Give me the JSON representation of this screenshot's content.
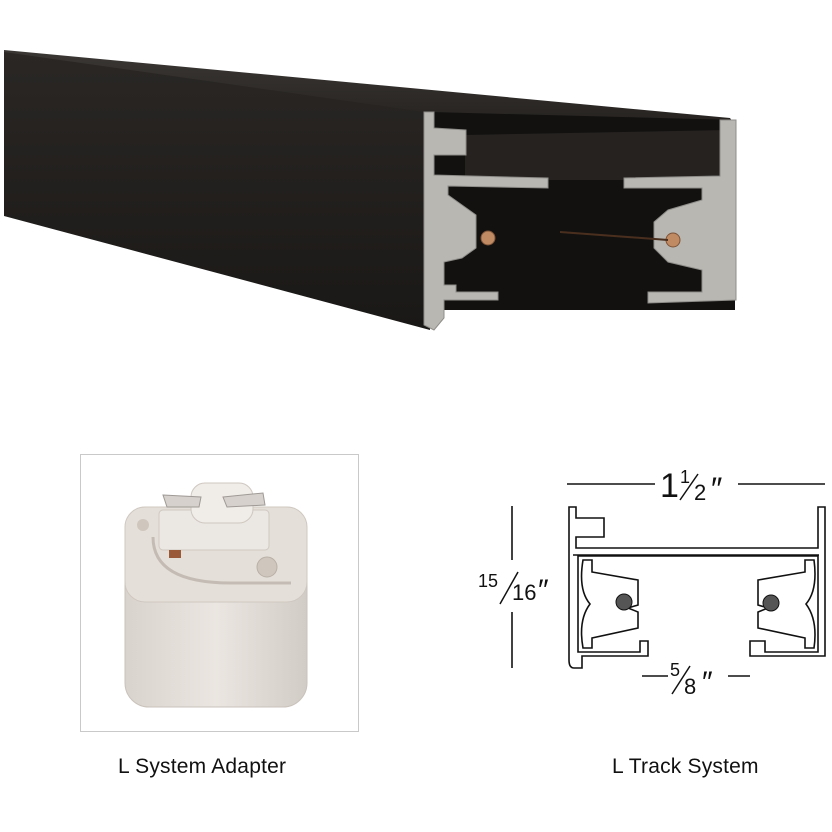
{
  "track_photo": {
    "alt": "Black L track rail with silver aluminum profile and copper conductors"
  },
  "adapter": {
    "caption": "L System Adapter"
  },
  "diagram": {
    "caption": "L Track System",
    "width_label_whole": "1",
    "width_label_num": "1",
    "width_label_den": "2",
    "width_label_unit": "″",
    "height_label_num": "15",
    "height_label_den": "16",
    "height_label_unit": "″",
    "slot_label_num": "5",
    "slot_label_den": "8",
    "slot_label_unit": "″"
  },
  "colors": {
    "track_black": "#1e1c1a",
    "aluminum": "#b9b7b2",
    "copper": "#c08a62",
    "adapter_white": "#e9e4df"
  }
}
